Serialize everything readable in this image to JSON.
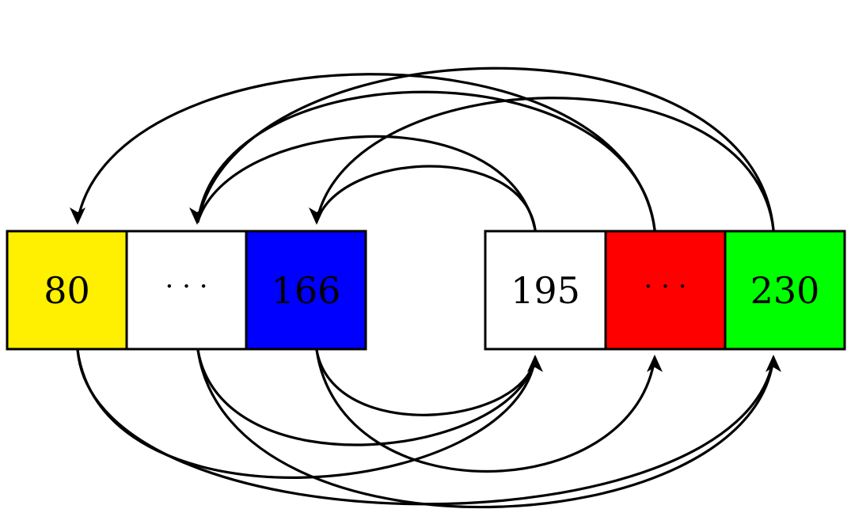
{
  "left_group": {
    "cells": [
      {
        "label": "80",
        "color": "#ffef00"
      },
      {
        "label": "· · ·",
        "color": "#ffffff"
      },
      {
        "label": "166",
        "color": "#0000ff"
      }
    ]
  },
  "right_group": {
    "cells": [
      {
        "label": "195",
        "color": "#ffffff"
      },
      {
        "label": "· · ·",
        "color": "#ff0000"
      },
      {
        "label": "230",
        "color": "#00ff00"
      }
    ]
  },
  "stroke_color": "#000000"
}
